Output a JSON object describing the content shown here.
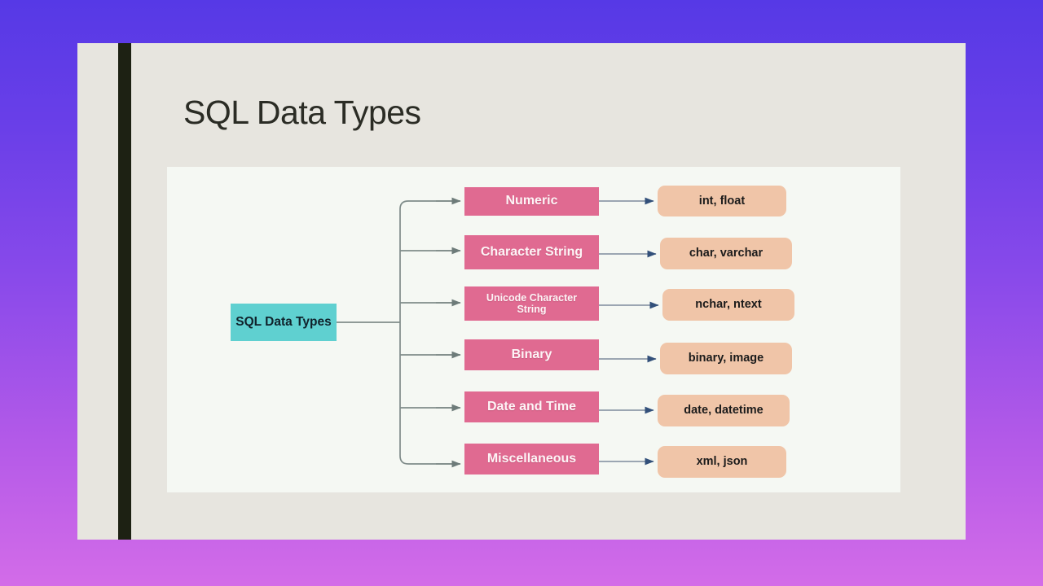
{
  "slide": {
    "title": "SQL Data Types",
    "background_gradient_top": "#5639e6",
    "background_gradient_bottom": "#d36ce8",
    "canvas_color": "#e7e5df",
    "accent_bar_color": "#1d2113",
    "panel_color": "#f5f8f3"
  },
  "diagram": {
    "type": "tree",
    "root": {
      "label": "SQL Data Types",
      "color": "#5fd0d0",
      "text_color": "#10222b"
    },
    "category_color": "#e06a91",
    "category_text_color": "#fdf4f6",
    "example_color": "#f0c5a8",
    "example_text_color": "#1b1b1b",
    "connector_color": "#808c8a",
    "arrow_color": "#3b5a80",
    "branches": [
      {
        "category": "Numeric",
        "examples": "int, float"
      },
      {
        "category": "Character String",
        "examples": "char, varchar"
      },
      {
        "category": "Unicode Character String",
        "examples": "nchar, ntext"
      },
      {
        "category": "Binary",
        "examples": "binary, image"
      },
      {
        "category": "Date and Time",
        "examples": "date, datetime"
      },
      {
        "category": "Miscellaneous",
        "examples": "xml, json"
      }
    ]
  }
}
